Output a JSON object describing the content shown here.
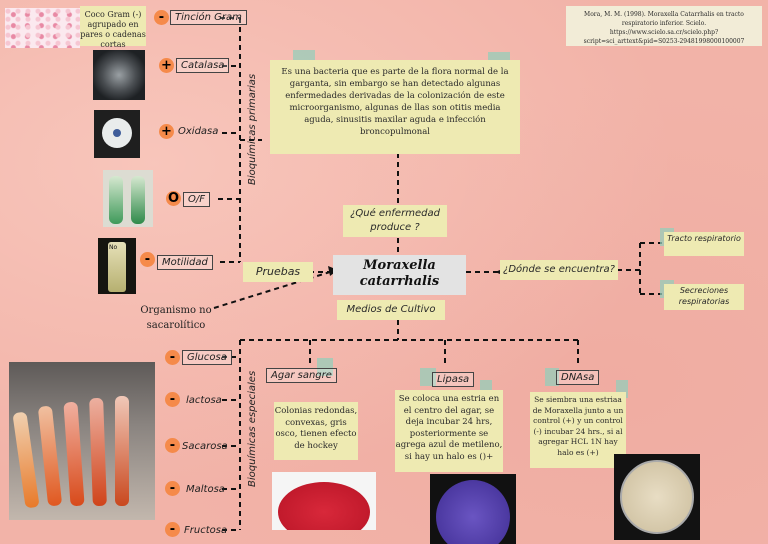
{
  "title": "Moraxella catarrhalis",
  "citation": "Mora, M. M. (1998). Moraxella Catarrhalis en tracto respiratorio inferior. Scielo. https://www.scielo.sa.cr/scielo.php?script=sci_arttext&pid=S0253-29481998000100007",
  "branches": {
    "pruebas": "Pruebas",
    "medios": "Medios de Cultivo",
    "enfermedad": "¿Qué enfermedad produce ?",
    "donde": "¿Dónde se encuentra?"
  },
  "enfermedad_text": "Es una bacteria que es parte de la flora normal de la garganta, sin embargo se han detectado algunas enfermedades derivadas de la colonización de este microorganismo, algunas de llas son otitis media aguda, sinusitis maxilar aguda e infección broncopulmonal",
  "donde_items": [
    "Tracto respiratorio",
    "Secreciones respiratorias"
  ],
  "bioquimicas_primarias": {
    "label": "Bioquímicas primarias",
    "tests": [
      {
        "name": "Tinción Gram",
        "sign": "-"
      },
      {
        "name": "Catalasa",
        "sign": "+"
      },
      {
        "name": "Oxidasa",
        "sign": "+"
      },
      {
        "name": "O/F",
        "sign": "O"
      },
      {
        "name": "Motilidad",
        "sign": "-"
      }
    ],
    "gram_note": "Coco Gram (-) agrupado en pares o cadenas cortas",
    "tube_label": "No"
  },
  "organismo": "Organismo no sacarolítico",
  "bioquimicas_especiales": {
    "label": "Bioquímicas especiales",
    "tests": [
      {
        "name": "Glucosa",
        "sign": "-"
      },
      {
        "name": "lactosa",
        "sign": "-"
      },
      {
        "name": "Sacarosa",
        "sign": "-"
      },
      {
        "name": "Maltosa",
        "sign": "-"
      },
      {
        "name": "Fructosa",
        "sign": "-"
      }
    ]
  },
  "medios": [
    {
      "name": "Agar sangre",
      "desc": "Colonias redondas, convexas, gris osco, tienen efecto de hockey"
    },
    {
      "name": "Lipasa",
      "desc": "Se coloca una estria en el centro del agar, se deja incubar 24 hrs, posteriormente se agrega azul de metileno, si hay un halo es ()+"
    },
    {
      "name": "DNAsa",
      "desc": "Se siembra una estriaa de Moraxella junto a un control (+) y un control (-) incubar 24 hrs., si al agregar HCL 1N hay halo es (+)"
    }
  ]
}
